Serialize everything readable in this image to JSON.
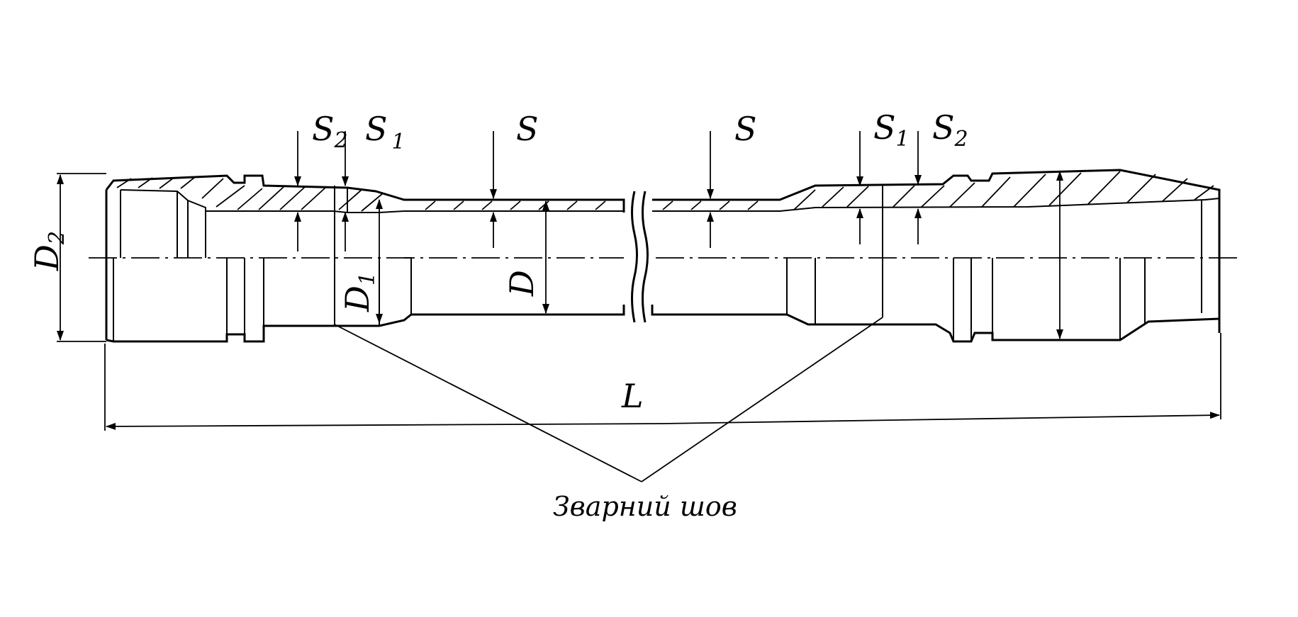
{
  "labels": {
    "D2": {
      "main": "D",
      "sub": "2"
    },
    "D1": {
      "main": "D",
      "sub": "1"
    },
    "D": {
      "main": "D"
    },
    "S2_left": {
      "main": "S",
      "sub": "2"
    },
    "S1_left": {
      "main": "S",
      "sub": "1"
    },
    "S_left": {
      "main": "S"
    },
    "S_right": {
      "main": "S"
    },
    "S1_right": {
      "main": "S",
      "sub": "1"
    },
    "S2_right": {
      "main": "S",
      "sub": "2"
    },
    "L": {
      "main": "L"
    }
  },
  "weld_note": "Зварний шов"
}
